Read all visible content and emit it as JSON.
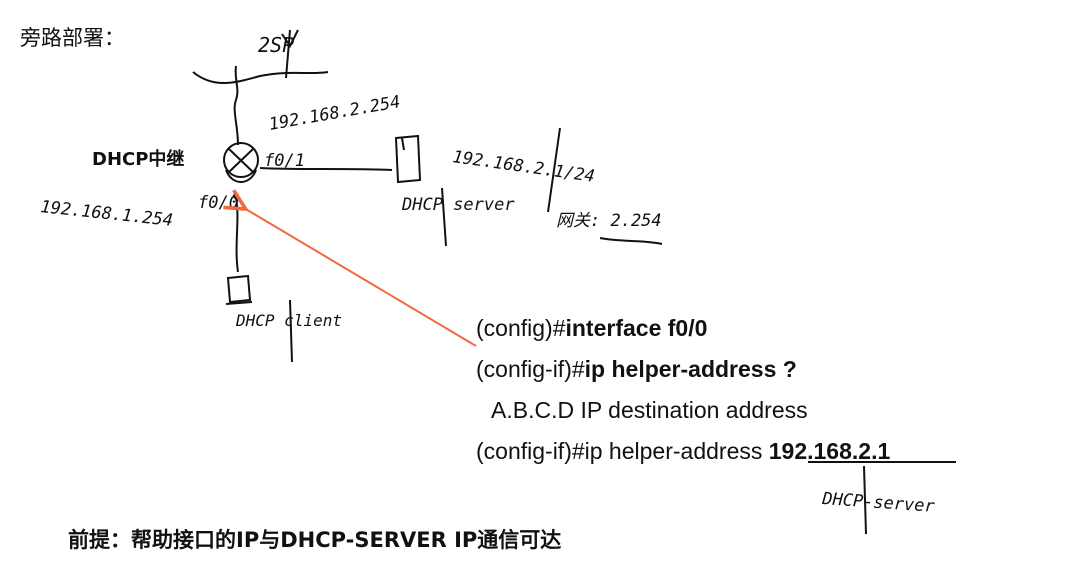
{
  "title": "旁路部署：",
  "relay_label": "DHCP中继",
  "sketch": {
    "internet_label": "2SP",
    "router_upstream_ip": "192.168.2.254",
    "interface_wan": "f0/1",
    "interface_lan": "f0/0",
    "router_lan_ip": "192.168.1.254",
    "server_ip": "192.168.2.1/24",
    "server_label": "DHCP server",
    "gateway_label": "网关: 2.254",
    "client_label": "DHCP client",
    "helper_target_label": "DHCP-server"
  },
  "commands": {
    "line1_prompt": "(config)#",
    "line1_cmd": "interface f0/0",
    "line2_prompt": "(config-if)#",
    "line2_cmd": "ip helper-address ?",
    "line3": "A.B.C.D  IP destination address",
    "line4_prompt": "(config-if)#ip helper-address ",
    "line4_addr": "192.168.2.1"
  },
  "premise": "前提：帮助接口的IP与DHCP-SERVER IP通信可达",
  "colors": {
    "arrow": "#f06a3f",
    "ink": "#111111"
  }
}
